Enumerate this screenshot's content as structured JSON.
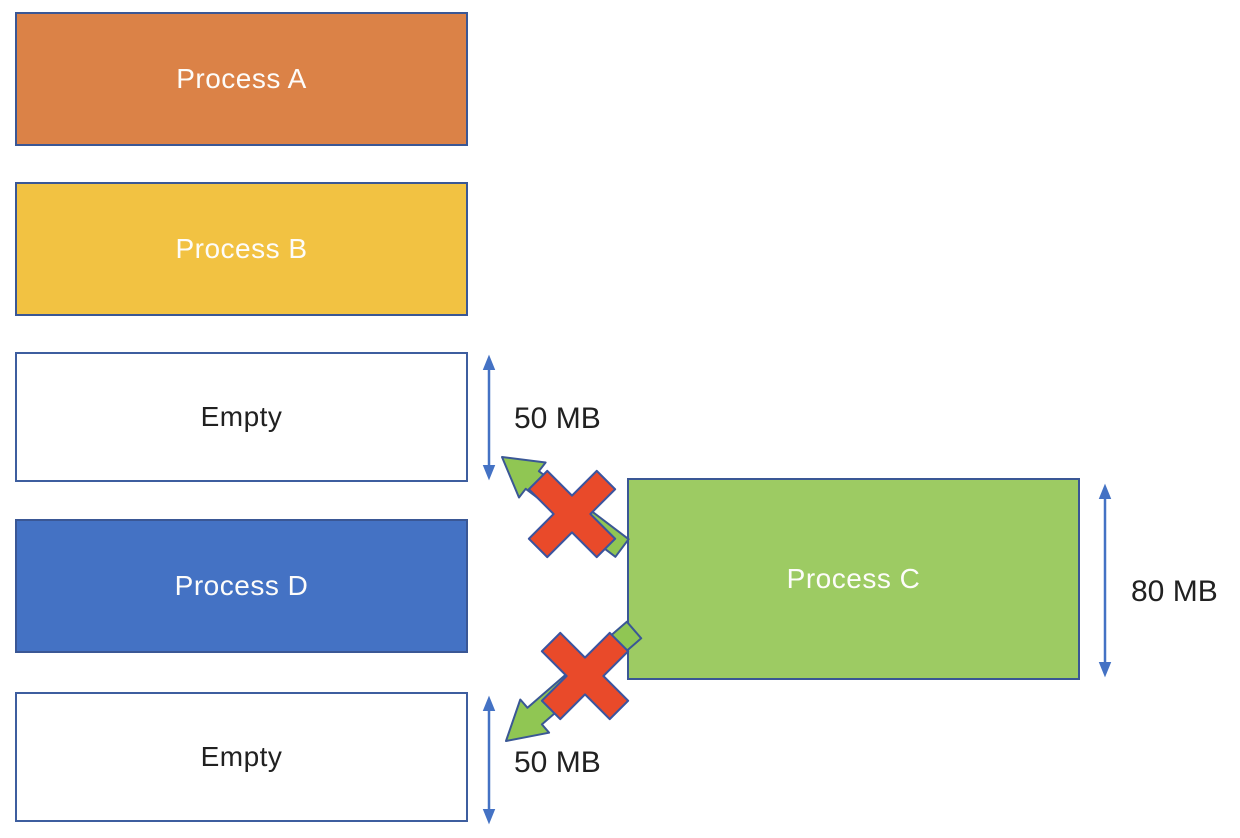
{
  "blocks": [
    {
      "label": "Process A",
      "fill": "#DB8247",
      "text_color": "#FDFCFA"
    },
    {
      "label": "Process B",
      "fill": "#F2C242",
      "text_color": "#FDFCFA"
    },
    {
      "label": "Empty",
      "fill": "#FFFFFF",
      "text_color": "#212121"
    },
    {
      "label": "Process D",
      "fill": "#4472C4",
      "text_color": "#FDFCFA"
    },
    {
      "label": "Empty",
      "fill": "#FFFFFF",
      "text_color": "#212121"
    }
  ],
  "incoming_process": {
    "label": "Process C",
    "fill": "#9DCB63",
    "text_color": "#FDFCFA"
  },
  "measurements": {
    "empty_top_size": "50 MB",
    "empty_bottom_size": "50 MB",
    "process_c_size": "80 MB"
  },
  "colors": {
    "box_border": "#3A5795",
    "empty_box_border": "#3E5E9F",
    "measure_arrow_blue": "#4472C4",
    "move_arrow_green": "#90C653",
    "move_arrow_outline": "#3A5795",
    "cross_red": "#E94A2A",
    "cross_outline": "#3A54A0",
    "label_text": "#212121",
    "background": "#FFFFFF"
  }
}
